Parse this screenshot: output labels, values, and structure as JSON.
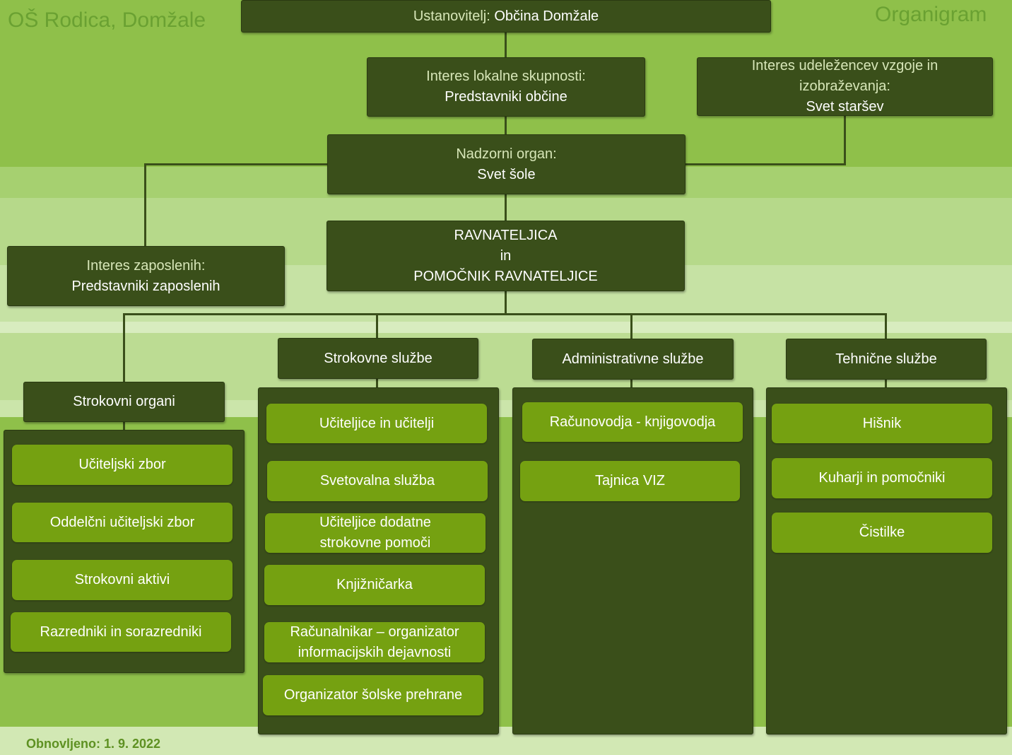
{
  "colors": {
    "node_bg": "#3a4f1a",
    "item_bg": "#75a111",
    "label_text": "#d7e6b8",
    "value_text": "#ffffff",
    "header_text": "#6aa132"
  },
  "header": {
    "school": "OŠ Rodica, Domžale",
    "title": "Organigram"
  },
  "founder": {
    "label": "Ustanovitelj: ",
    "value": "Občina Domžale"
  },
  "local_interest": {
    "label": "Interes lokalne skupnosti:",
    "value": "Predstavniki občine"
  },
  "participants_interest": {
    "label1": "Interes udeležencev vzgoje in",
    "label2": "izobraževanja:",
    "value": "Svet staršev"
  },
  "supervisory": {
    "label": "Nadzorni organ:",
    "value": "Svet šole"
  },
  "director": {
    "line1": "RAVNATELJICA",
    "line2": "in",
    "line3": "POMOČNIK RAVNATELJICE"
  },
  "employees_interest": {
    "label": "Interes zaposlenih:",
    "value": "Predstavniki zaposlenih"
  },
  "groups": [
    {
      "title": "Strokovni organi",
      "items": [
        {
          "l1": "Učiteljski zbor"
        },
        {
          "l1": "Oddelčni učiteljski zbor"
        },
        {
          "l1": "Strokovni aktivi"
        },
        {
          "l1": "Razredniki in sorazredniki"
        }
      ]
    },
    {
      "title": "Strokovne službe",
      "items": [
        {
          "l1": "Učiteljice in učitelji"
        },
        {
          "l1": "Svetovalna služba"
        },
        {
          "l1": "Učiteljice dodatne",
          "l2": "strokovne pomoči"
        },
        {
          "l1": "Knjižničarka"
        },
        {
          "l1": "Računalnikar – organizator",
          "l2": "informacijskih dejavnosti"
        },
        {
          "l1": "Organizator šolske prehrane"
        }
      ]
    },
    {
      "title": "Administrativne službe",
      "items": [
        {
          "l1": "Računovodja - knjigovodja"
        },
        {
          "l1": "Tajnica VIZ"
        }
      ]
    },
    {
      "title": "Tehnične službe",
      "items": [
        {
          "l1": "Hišnik"
        },
        {
          "l1": "Kuharji in pomočniki"
        },
        {
          "l1": "Čistilke"
        }
      ]
    }
  ],
  "footer": "Obnovljeno: 1. 9. 2022"
}
